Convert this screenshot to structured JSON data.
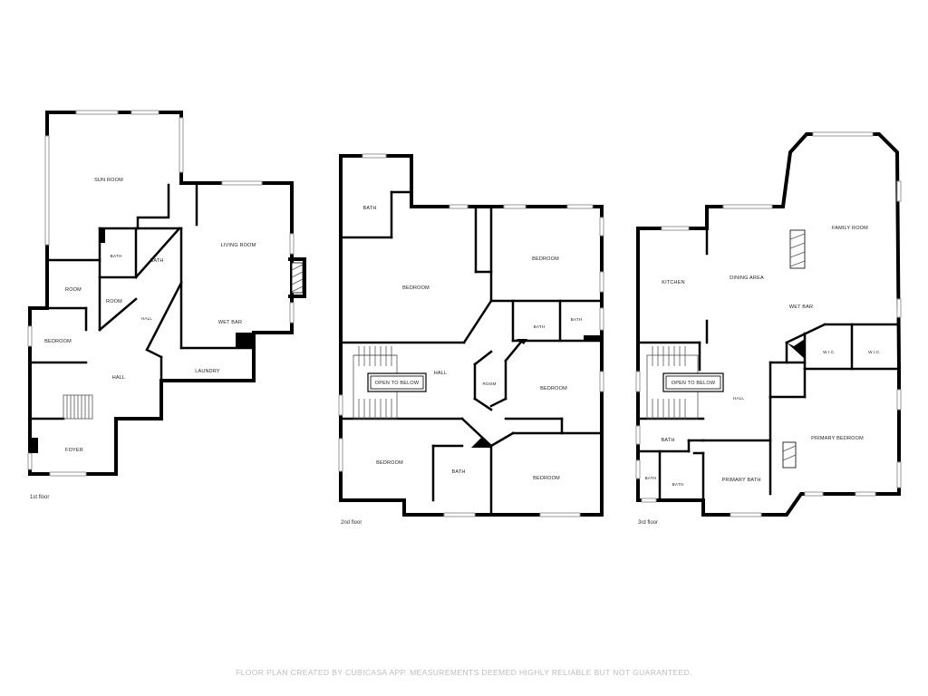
{
  "floors": [
    {
      "label": "1st floor",
      "rooms": {
        "sun_room": "SUN ROOM",
        "living_room": "LIVING ROOM",
        "bath_small": "BATH",
        "bath": "BATH",
        "room_left": "ROOM",
        "room_mid": "ROOM",
        "hall_small": "HALL",
        "wet_bar": "WET BAR",
        "bedroom": "BEDROOM",
        "hall": "HALL",
        "laundry": "LAUNDRY",
        "foyer": "FOYER"
      }
    },
    {
      "label": "2nd floor",
      "rooms": {
        "bath_top": "BATH",
        "bedroom_top_left": "BEDROOM",
        "bedroom_top_right": "BEDROOM",
        "bath_a": "BATH",
        "bath_b": "BATH",
        "open_to_below": "OPEN TO BELOW",
        "hall": "HALL",
        "room": "ROOM",
        "bedroom_mid_right": "BEDROOM",
        "bedroom_bottom_left": "BEDROOM",
        "bath_bottom": "BATH",
        "bedroom_bottom_right": "BEDROOM"
      }
    },
    {
      "label": "3rd floor",
      "rooms": {
        "family_room": "FAMILY ROOM",
        "kitchen": "KITCHEN",
        "dining_area": "DINING AREA",
        "wet_bar": "WET BAR",
        "wic_a": "W.I.C.",
        "wic_b": "W.I.C.",
        "open_to_below": "OPEN TO BELOW",
        "hall": "HALL",
        "bath": "BATH",
        "primary_bedroom": "PRIMARY BEDROOM",
        "bath_small_a": "BATH",
        "bath_small_b": "BATH",
        "primary_bath": "PRIMARY BATH"
      }
    }
  ],
  "footer": "FLOOR PLAN CREATED BY CUBICASA APP. MEASUREMENTS DEEMED HIGHLY RELIABLE BUT NOT GUARANTEED."
}
